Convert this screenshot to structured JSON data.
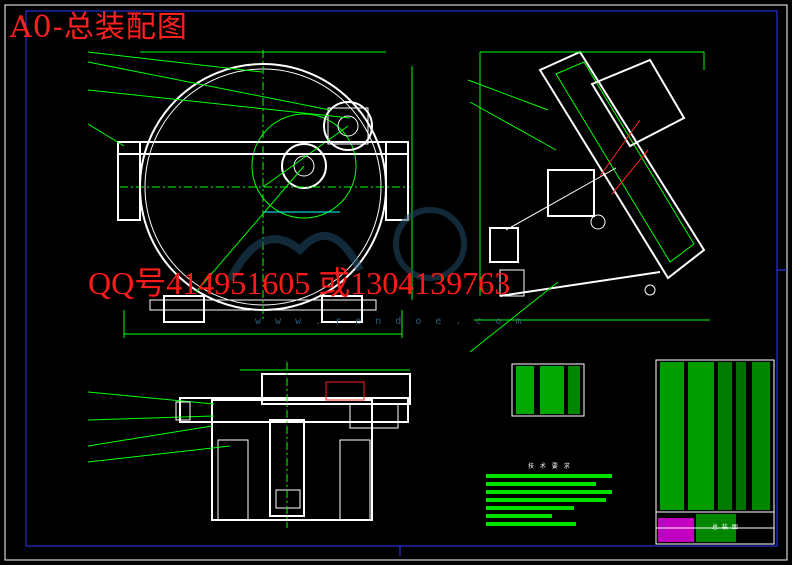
{
  "drawing": {
    "title": "A0-总装配图",
    "contact": "QQ号414951605  或1304139763",
    "watermark_url": "w w w . r e n d o e . c o m",
    "tech_requirements_title": "技 术 要 求",
    "title_block_name": "总 装 图"
  },
  "colors": {
    "background": "#000000",
    "outline": "#ffffff",
    "dimension": "#00ff00",
    "frame": "#2a3cff",
    "hidden": "#00ffff",
    "annotation": "#ff2020",
    "table_fill": "#00e000",
    "title_block_accent": "#ff00ff",
    "watermark": "#1f4a66"
  },
  "icons": {
    "watermark_logo": "cloud-logo-icon"
  }
}
